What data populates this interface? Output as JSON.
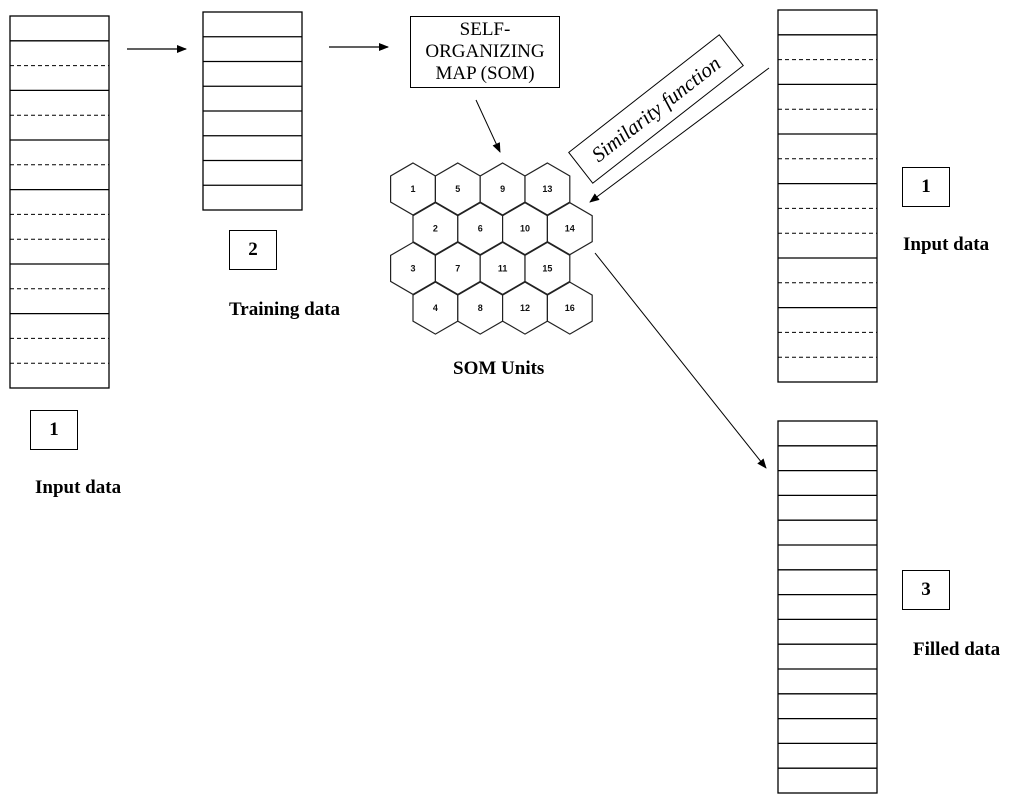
{
  "diagram": {
    "som_box": {
      "lines": [
        "SELF-",
        "ORGANIZING",
        "MAP (SOM)"
      ]
    },
    "similarity_label": "Similarity function",
    "som_units_label": "SOM Units",
    "hex_grid": {
      "rows": [
        [
          "1",
          "5",
          "9",
          "13"
        ],
        [
          "2",
          "6",
          "10",
          "14"
        ],
        [
          "3",
          "7",
          "11",
          "15"
        ],
        [
          "4",
          "8",
          "12",
          "16"
        ]
      ]
    },
    "input_table_left": {
      "badge": "1",
      "label": "Input data",
      "row_lines": [
        "solid",
        "dashed",
        "solid",
        "dashed",
        "solid",
        "dashed",
        "solid",
        "dashed",
        "dashed",
        "solid",
        "dashed",
        "solid",
        "dashed",
        "dashed"
      ]
    },
    "training_table": {
      "badge": "2",
      "label": "Training data",
      "row_count": 8
    },
    "input_table_right": {
      "badge": "1",
      "label": "Input data",
      "row_lines": [
        "solid",
        "dashed",
        "solid",
        "dashed",
        "solid",
        "dashed",
        "solid",
        "dashed",
        "dashed",
        "solid",
        "dashed",
        "solid",
        "dashed",
        "dashed"
      ]
    },
    "filled_table": {
      "badge": "3",
      "label": "Filled data",
      "row_count": 15
    },
    "colors": {
      "stroke": "#000000",
      "background": "#ffffff"
    }
  }
}
